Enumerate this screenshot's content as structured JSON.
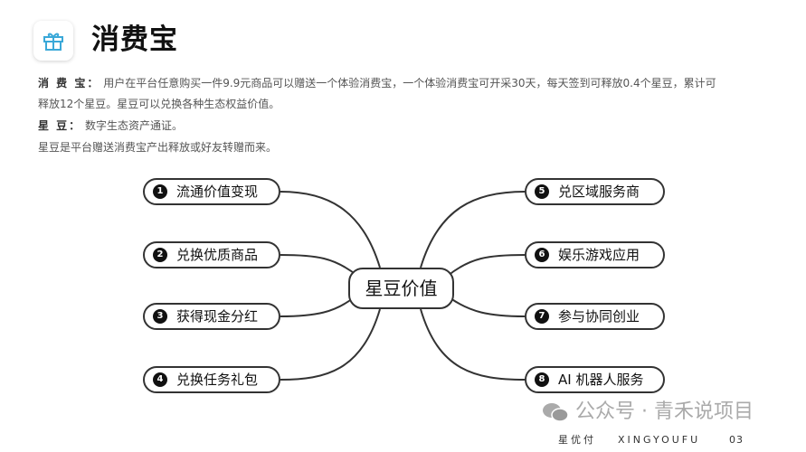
{
  "header": {
    "icon": "gift-icon",
    "title": "消费宝"
  },
  "description": {
    "line1_label": "消 费 宝：",
    "line1_text": "用户在平台任意购买一件9.9元商品可以赠送一个体验消费宝，一个体验消费宝可开采30天，每天签到可释放0.4个星豆，累计可",
    "line2_text": "释放12个星豆。星豆可以兑换各种生态权益价值。",
    "line3_label": "星 豆：",
    "line3_text": "数字生态资产通证。",
    "line4_text": "星豆是平台赠送消费宝产出释放或好友转赠而来。"
  },
  "mindmap": {
    "center": "星豆价值",
    "left": [
      {
        "num": "1",
        "label": "流通价值变现"
      },
      {
        "num": "2",
        "label": "兑换优质商品"
      },
      {
        "num": "3",
        "label": "获得现金分红"
      },
      {
        "num": "4",
        "label": "兑换任务礼包"
      }
    ],
    "right": [
      {
        "num": "5",
        "label": "兑区域服务商"
      },
      {
        "num": "6",
        "label": "娱乐游戏应用"
      },
      {
        "num": "7",
        "label": "参与协同创业"
      },
      {
        "num": "8",
        "label": "AI 机器人服务"
      }
    ]
  },
  "watermark": "公众号 · 青禾说项目",
  "footer": {
    "brand": "星优付",
    "brand_en": "XINGYOUFU",
    "page": "03"
  },
  "colors": {
    "icon": "#3aa8d8",
    "line": "#333333"
  }
}
